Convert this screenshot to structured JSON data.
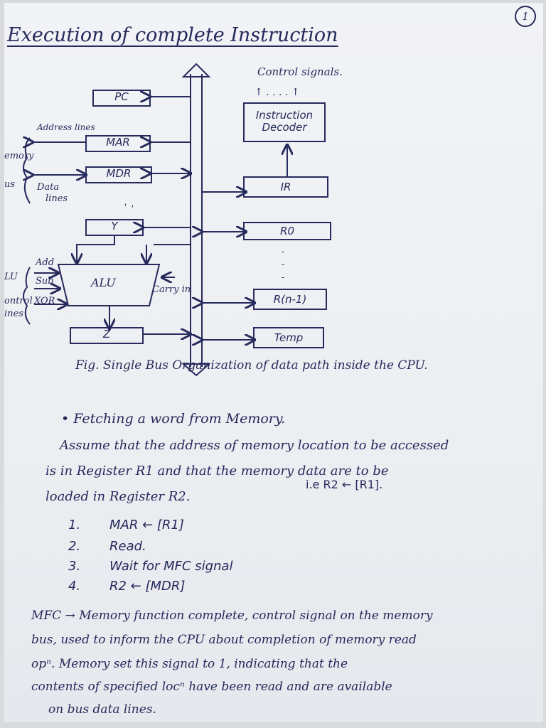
{
  "page_number": "1",
  "title": "Execution of complete Instruction",
  "diagram": {
    "control_signals": "Control signals.",
    "dots_above_decoder": "↑ . . . . ↑",
    "instruction_decoder_line1": "Instruction",
    "instruction_decoder_line2": "Decoder",
    "pc": "PC",
    "mar": "MAR",
    "mdr": "MDR",
    "y": "Y",
    "alu": "ALU",
    "z": "Z",
    "ir": "IR",
    "r0": "R0",
    "rn1": "R(n-1)",
    "temp": "Temp",
    "address_lines": "Address lines",
    "data_lines_1": "Data",
    "data_lines_2": "lines",
    "memory_bus_1": "emory",
    "memory_bus_2": "us",
    "add": "Add",
    "sub": "Sub",
    "xor": "XOR",
    "carry_in": "Carry in",
    "alu_control_1": "LU",
    "alu_control_2": "ontrol",
    "alu_control_3": "ines"
  },
  "caption": "Fig. Single Bus Organization of data path inside the CPU.",
  "bullet": "• Fetching a word from Memory.",
  "para_line1": "Assume that the address of memory location to be accessed",
  "para_line2": "is in Register R1 and that the memory data are to be",
  "para_line3": "loaded in Register R2.",
  "para_ie": "i.e    R2 ← [R1].",
  "steps": [
    {
      "num": "1.",
      "text": "MAR ← [R1]"
    },
    {
      "num": "2.",
      "text": "Read."
    },
    {
      "num": "3.",
      "text": "Wait for MFC signal"
    },
    {
      "num": "4.",
      "text": "R2 ← [MDR]"
    }
  ],
  "mfc_line1": "MFC → Memory function complete, control signal on the memory",
  "mfc_line2": "bus, used to inform the CPU about completion of memory read",
  "mfc_line3": "opⁿ. Memory set this signal to 1, indicating that the",
  "mfc_line4": "contents of specified locⁿ have been read and are available",
  "mfc_line5": "on bus data lines."
}
